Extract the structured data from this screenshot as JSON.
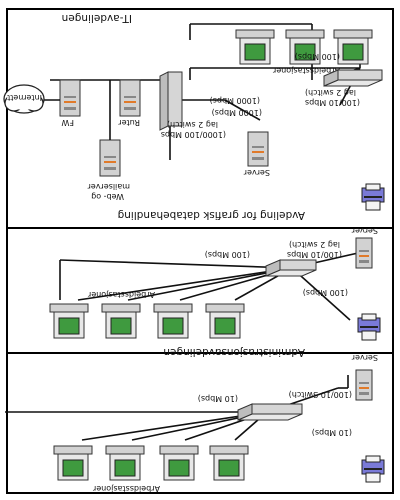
{
  "sections": {
    "it": {
      "title": "IT-avdelingen",
      "nodes": {
        "internet": "Internett",
        "fw": "FW",
        "router": "Ruter",
        "web_mail": "Web- og",
        "web_mail_2": "mailserver",
        "l2switch_core": "lag 2 switch)",
        "l2switch_core_speed": "(1000/100 Mbps",
        "server": "Server",
        "workstations": "Arbeidsstasjoner",
        "switch_100_10": "lag 2 switch)",
        "switch_100_10_speed": "(100/10 Mbps"
      },
      "links": {
        "link_1000_a": "(1000 Mbps)",
        "link_1000_b": "(1000 Mbps)",
        "link_100": "(100 Mbps)"
      }
    },
    "grafisk": {
      "title": "Avdeling for grafisk databehandling",
      "nodes": {
        "server": "Server",
        "switch": "lag 2 switch)",
        "switch_speed": "(100/10 Mbps",
        "workstations": "Arbeidsstasjoner"
      },
      "links": {
        "link_100_a": "(100 Mbps)",
        "link_100_b": "(100 Mbps)"
      }
    },
    "admin": {
      "title": "Administrasjonsavdelingen",
      "nodes": {
        "server": "Server",
        "switch": "(100/10 Switch)",
        "workstations": "Arbeidsstasjoner"
      },
      "links": {
        "link_10_a": "(10 Mbps)",
        "link_10_b": "(10 Mbps)"
      }
    }
  },
  "colors": {
    "screen": "#3f9a3f",
    "tower": "#cfcfcf",
    "tower_accent": "#e07a2a",
    "printer": "#6d6dd0"
  }
}
